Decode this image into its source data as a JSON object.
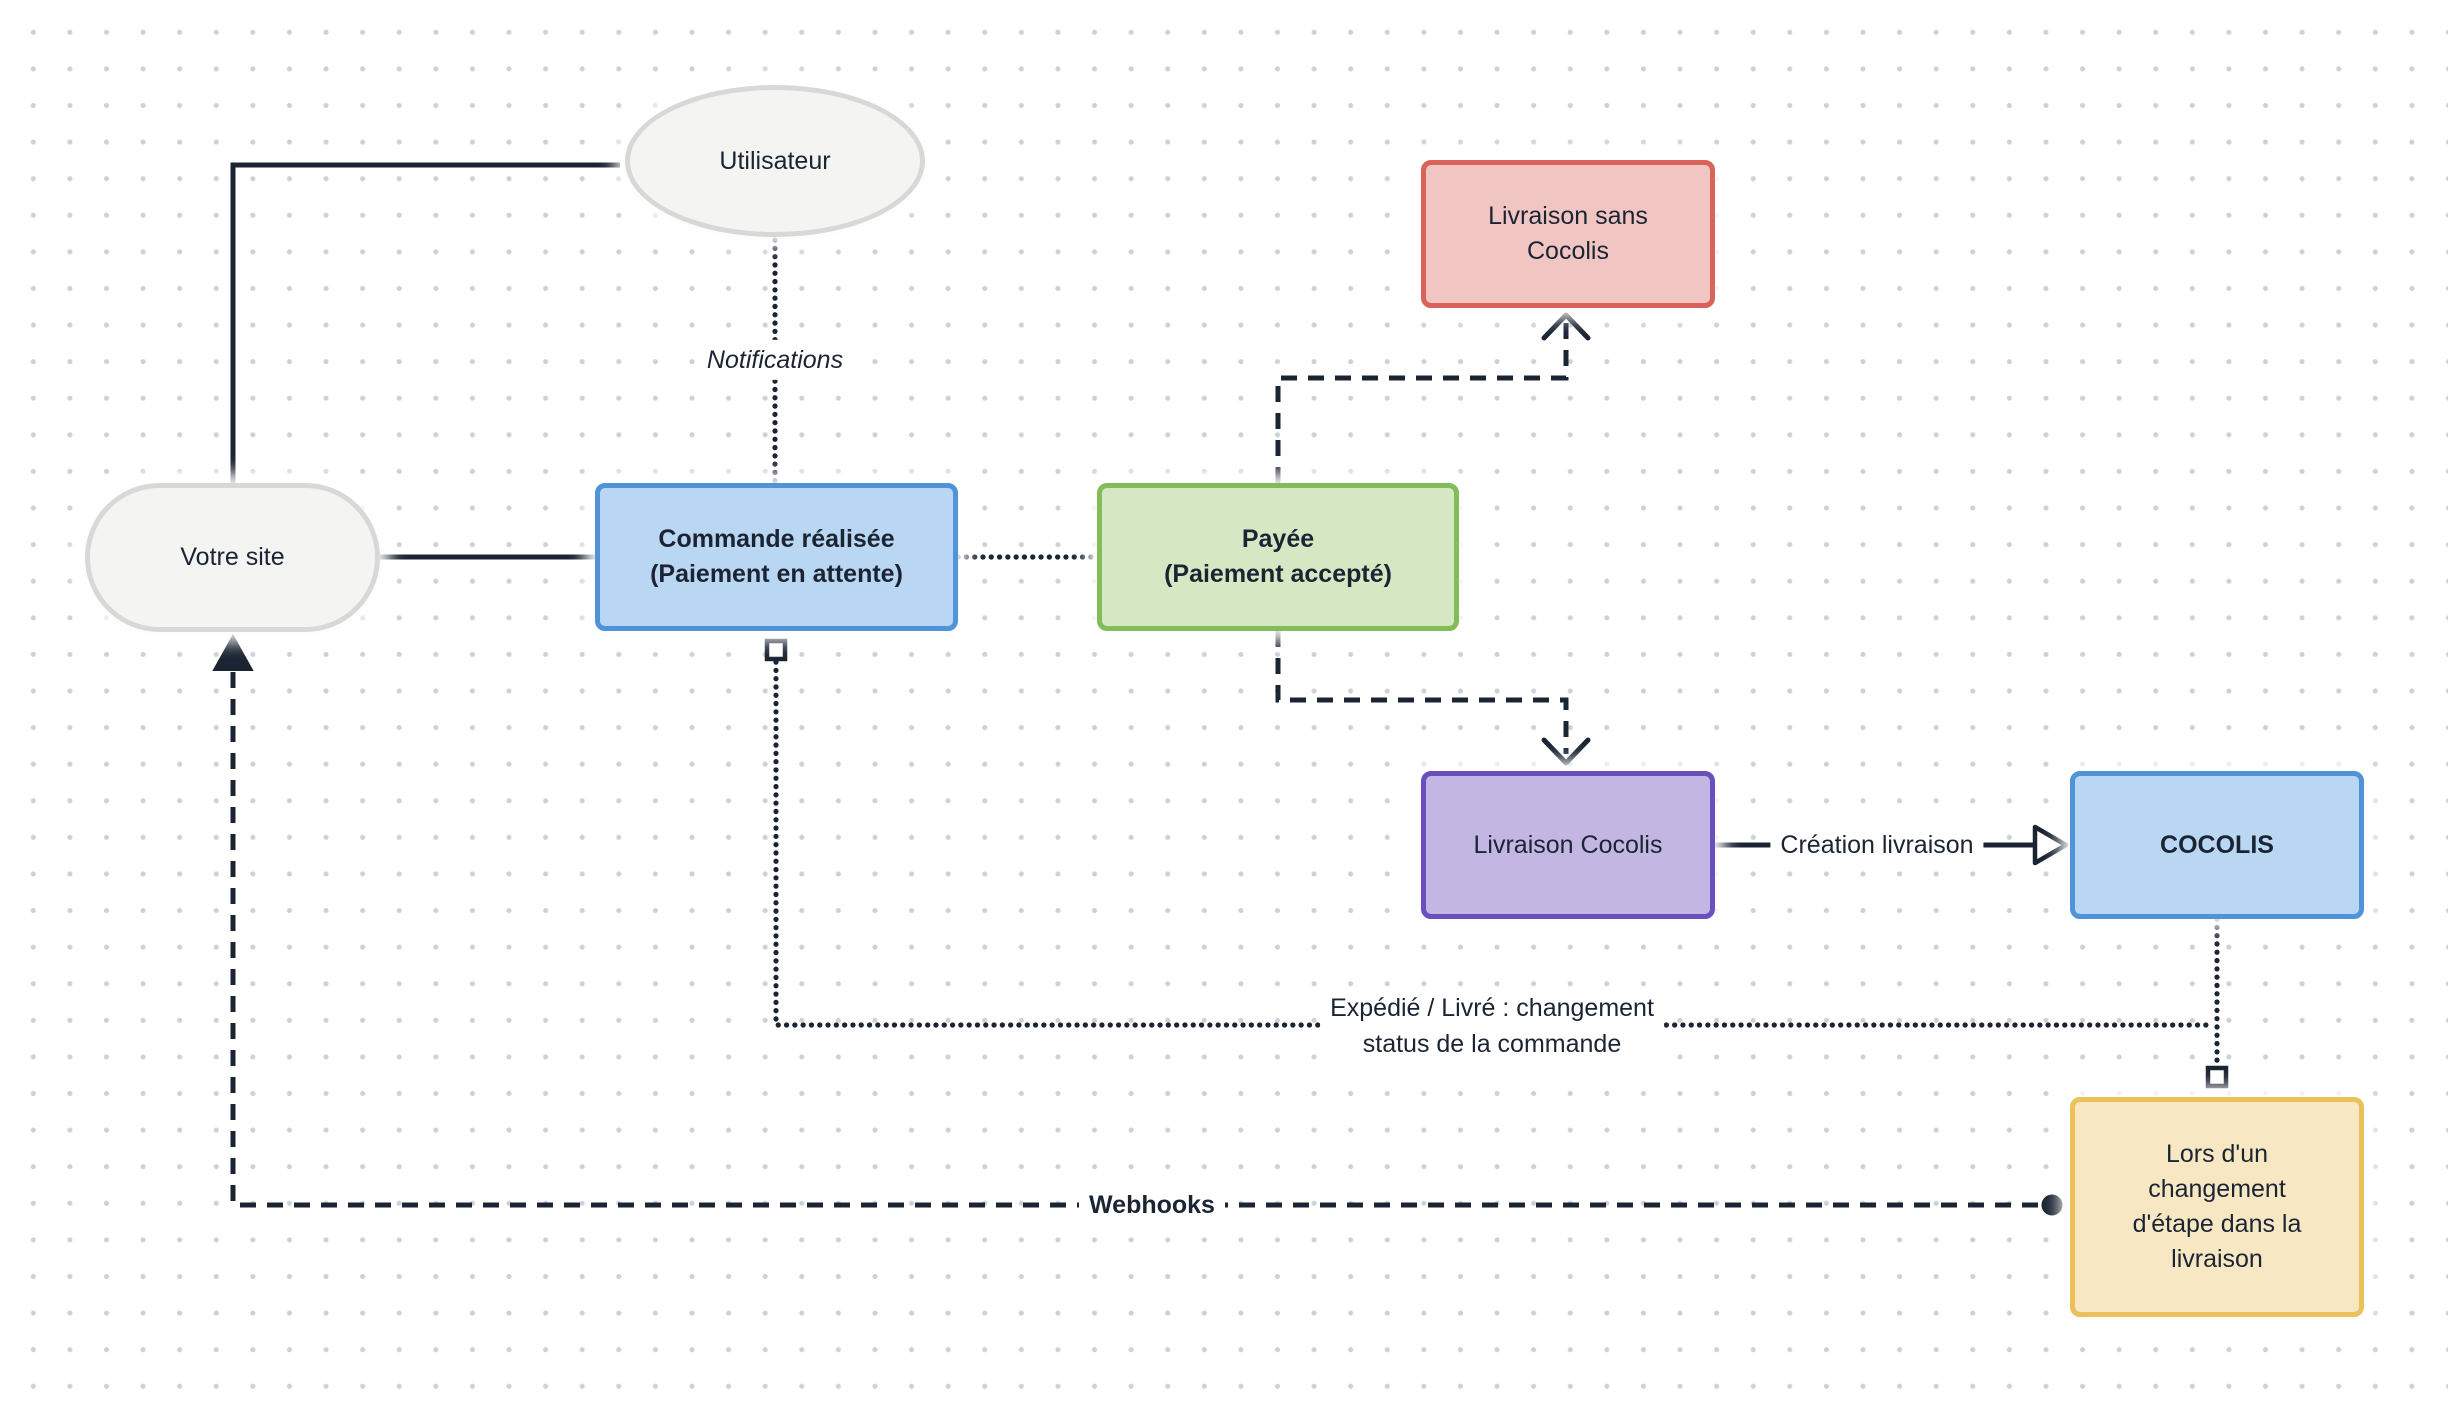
{
  "diagram": {
    "nodes": {
      "utilisateur": {
        "label": "Utilisateur"
      },
      "votre_site": {
        "label": "Votre site"
      },
      "commande_realisee": {
        "line1": "Commande réalisée",
        "line2": "(Paiement en attente)"
      },
      "payee": {
        "line1": "Payée",
        "line2": "(Paiement accepté)"
      },
      "livraison_sans_cocolis": {
        "line1": "Livraison sans",
        "line2": "Cocolis"
      },
      "livraison_cocolis": {
        "label": "Livraison Cocolis"
      },
      "cocolis": {
        "label": "COCOLIS"
      },
      "changement_etape": {
        "label": "Lors d'un changement d'étape dans la livraison"
      }
    },
    "edge_labels": {
      "notifications": "Notifications",
      "creation_livraison": "Création livraison",
      "expedie_line1": "Expédié / Livré : changement",
      "expedie_line2": "status de la commande",
      "webhooks": "Webhooks"
    },
    "colors": {
      "line": "#1b2433",
      "blue_fill": "#b9d6f2",
      "blue_border": "#5093d8",
      "green_fill": "#d6e7c3",
      "green_border": "#85bc5a",
      "red_fill": "#f1c6c2",
      "red_border": "#d9625a",
      "purple_fill": "#c3b6e3",
      "purple_border": "#6950bd",
      "yellow_fill": "#f8e7c3",
      "yellow_border": "#ecc05a",
      "neutral_fill": "#f4f4f3",
      "neutral_border": "#d8d8d6"
    }
  }
}
